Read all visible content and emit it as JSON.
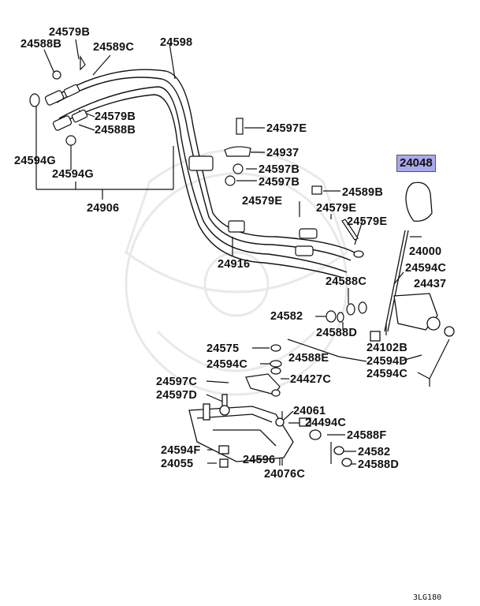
{
  "diagram": {
    "code": "3LG180",
    "highlighted_part": "24048",
    "labels": {
      "p24579B_top": "24579B",
      "p24588B_top": "24588B",
      "p24589C": "24589C",
      "p24598": "24598",
      "p24579B_mid": "24579B",
      "p24588B_mid": "24588B",
      "p24594G_left": "24594G",
      "p24594G_mid": "24594G",
      "p24906": "24906",
      "p24597E": "24597E",
      "p24937": "24937",
      "p24597B_1": "24597B",
      "p24597B_2": "24597B",
      "p24048": "24048",
      "p24589B": "24589B",
      "p24579E_1": "24579E",
      "p24579E_2": "24579E",
      "p24916": "24916",
      "p24000": "24000",
      "p24594C_1": "24594C",
      "p24437": "24437",
      "p24588C": "24588C",
      "p24582_1": "24582",
      "p24588D_1": "24588D",
      "p24102B": "24102B",
      "p24575": "24575",
      "p24588E": "24588E",
      "p24594C_2": "24594C",
      "p24594D": "24594D",
      "p24594C_3": "24594C",
      "p24427C": "24427C",
      "p24597C": "24597C",
      "p24597D": "24597D",
      "p24061": "24061",
      "p24494C": "24494C",
      "p24588F": "24588F",
      "p24594F": "24594F",
      "p24582_2": "24582",
      "p24055": "24055",
      "p24596": "24596",
      "p24588D_2": "24588D",
      "p24076C": "24076C"
    }
  }
}
